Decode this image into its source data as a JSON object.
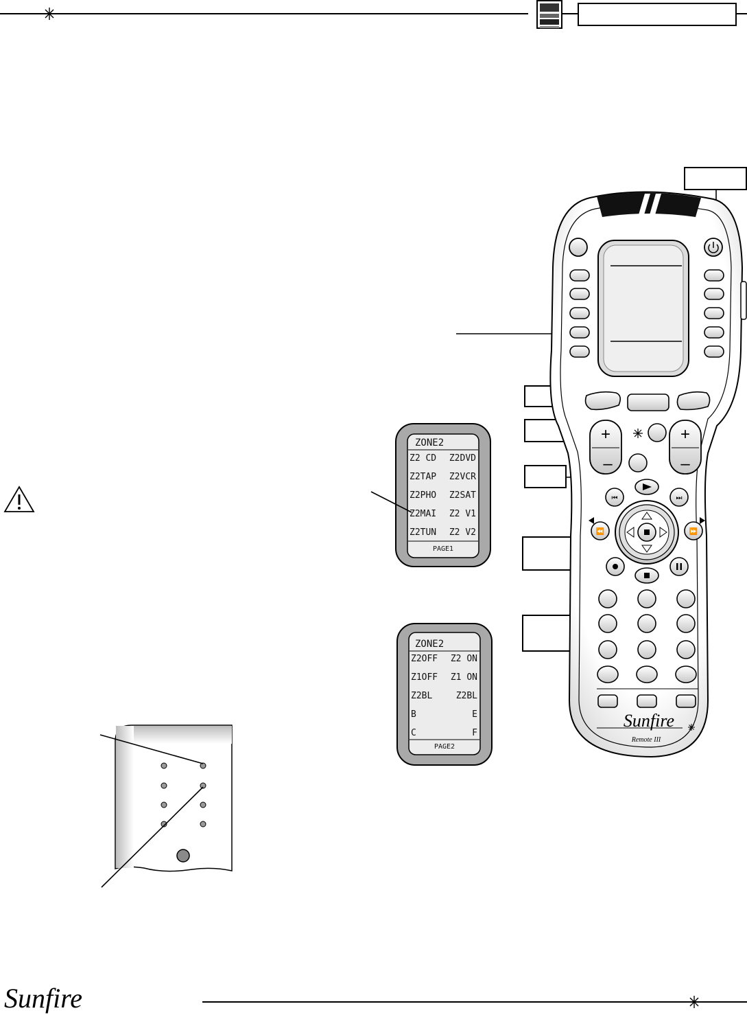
{
  "brand": {
    "footer_logo": "Sunfire",
    "remote_logo": "Sunfire",
    "remote_model": "Remote III"
  },
  "header": {
    "logo_icon": "dts-dolby-digital-ex-logo"
  },
  "screen_page1": {
    "title": "ZONE2",
    "rows": [
      [
        "Z2 CD",
        "Z2DVD"
      ],
      [
        "Z2TAP",
        "Z2VCR"
      ],
      [
        "Z2PHO",
        "Z2SAT"
      ],
      [
        "Z2MAI",
        "Z2 V1"
      ],
      [
        "Z2TUN",
        "Z2 V2"
      ]
    ],
    "footer": "PAGE1"
  },
  "screen_page2": {
    "title": "ZONE2",
    "rows": [
      [
        "Z2OFF",
        "Z2 ON"
      ],
      [
        "Z1OFF",
        "Z1 ON"
      ],
      [
        "Z2BL",
        "Z2BL"
      ],
      [
        "B",
        "E"
      ],
      [
        "C",
        "F"
      ]
    ],
    "footer": "PAGE2"
  },
  "colors": {
    "ink": "#000000",
    "bezel": "#a9a9a9",
    "lcd": "#ececec",
    "panel_shade": "#d0d0d0"
  }
}
